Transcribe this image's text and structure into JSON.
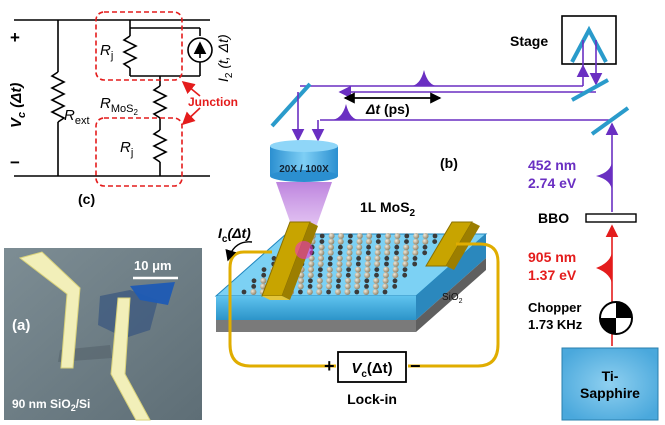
{
  "circuit": {
    "plus": "+",
    "minus": "−",
    "vc_label": "V",
    "vc_sub": "c",
    "vc_arg": " (Δt)",
    "rj": "R",
    "rj_sub": "j",
    "rmos": "R",
    "rmos_sub": "MoS",
    "rmos_subsub": "2",
    "rext": "R",
    "rext_sub": "ext",
    "i2": "I",
    "i2_sub": "2",
    "i2_arg": " (t, Δt)",
    "junction": "Junction",
    "panel": "(c)"
  },
  "micrograph": {
    "scale": "10 μm",
    "panel": "(a)",
    "substrate": "90 nm SiO",
    "substrate_sub": "2",
    "substrate_tail": "/Si"
  },
  "setup": {
    "stage": "Stage",
    "delay": "Δt",
    "delay_unit": " (ps)",
    "objective": "20X / 100X",
    "panel": "(b)",
    "wl_blue": "452 nm",
    "ev_blue": "2.74 eV",
    "bbo": "BBO",
    "wl_red": "905 nm",
    "ev_red": "1.37 eV",
    "chopper": "Chopper",
    "chopper_freq": "1.73 KHz",
    "laser_line1": "Ti-",
    "laser_line2": "Sapphire",
    "sample": "1L MoS",
    "sample_sub": "2",
    "sio2": "SiO",
    "sio2_sub": "2",
    "si": "Si",
    "ic": "I",
    "ic_sub": "c",
    "ic_arg": "(Δt)",
    "lockin_plus": "+",
    "lockin_minus": "−",
    "vc": "V",
    "vc_sub": "c",
    "vc_arg": "(Δt)",
    "lockin": "Lock-in"
  },
  "colors": {
    "blue_beam": "#6a2fc2",
    "red_beam": "#e41c1c",
    "junction": "#e41c1c",
    "gold": "#c8a400",
    "wire": "#e0ad00",
    "substrate": "#3aa7d8",
    "mirror": "#2a9bcb"
  }
}
